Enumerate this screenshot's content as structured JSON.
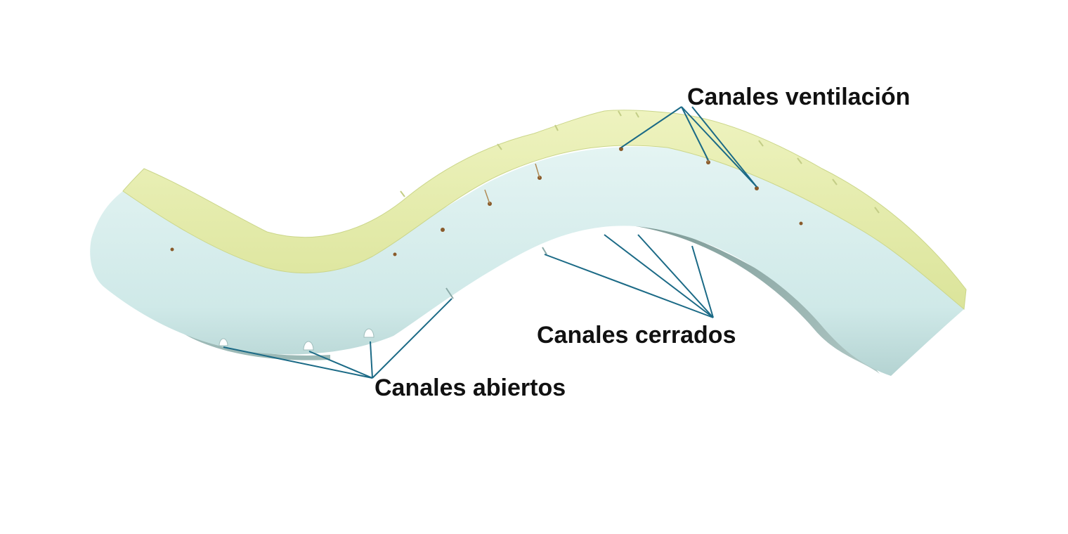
{
  "diagram": {
    "labels": {
      "ventilation": "Canales ventilación",
      "closed": "Canales cerrados",
      "open": "Canales abiertos"
    },
    "colors": {
      "background": "#ffffff",
      "foam_top": "#e3eba3",
      "foam_top_edge": "#cbd68a",
      "foam_base": "#cfe9e8",
      "foam_base_shadow": "#a9c7c6",
      "foam_underside": "#7f9e9a",
      "leader_line": "#1b6a86",
      "hole": "#8a5a2a",
      "label_text": "#111111"
    }
  }
}
